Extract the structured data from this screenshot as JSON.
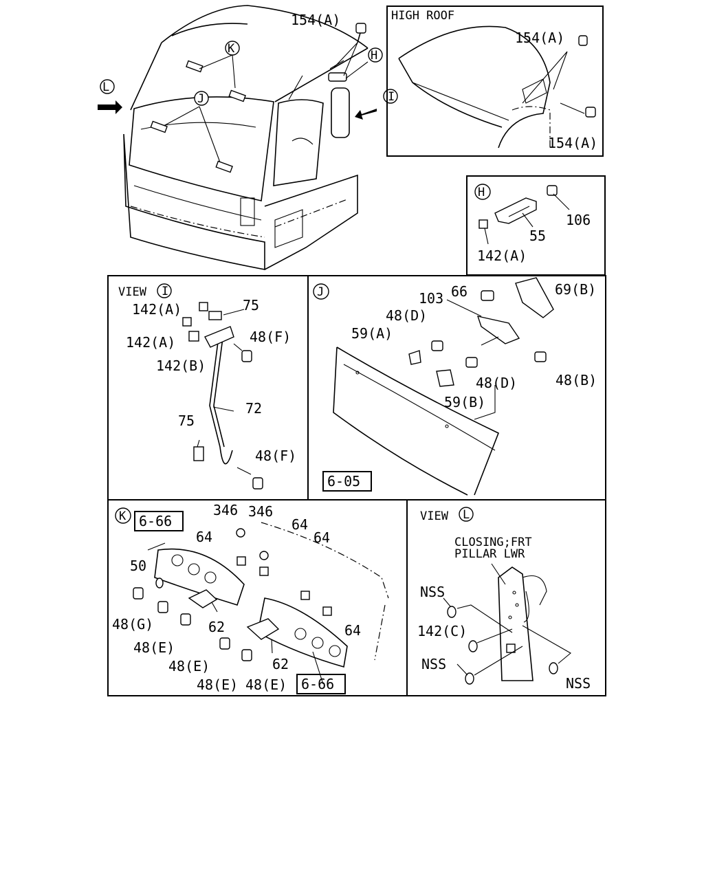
{
  "top": {
    "labels": {
      "bolt_upper": "154(A)",
      "callout_K": "K",
      "callout_H": "H",
      "callout_L": "L",
      "callout_J": "J",
      "callout_I": "I"
    }
  },
  "high_roof": {
    "title": "HIGH ROOF",
    "bolt_top": "154(A)",
    "bolt_bottom": "154(A)"
  },
  "panel_H": {
    "callout": "H",
    "labels": {
      "bolt": "106",
      "bracket": "55",
      "clip": "142(A)"
    }
  },
  "view_I": {
    "title_prefix": "VIEW",
    "callout": "I",
    "labels": {
      "clip_a1": "142(A)",
      "clip_a2": "142(A)",
      "clip_b": "142(B)",
      "bracket_top": "75",
      "bolt_top": "48(F)",
      "rod": "72",
      "bracket_bottom": "75",
      "bolt_bottom": "48(F)"
    }
  },
  "view_J": {
    "callout": "J",
    "labels": {
      "bolt_66": "66",
      "part_103": "103",
      "bracket_69b": "69(B)",
      "bolt_48d_top": "48(D)",
      "clip_59a": "59(A)",
      "bolt_48d_bottom": "48(D)",
      "bolt_48b": "48(B)",
      "clip_59b": "59(B)",
      "ref_box": "6-05"
    }
  },
  "view_K": {
    "callout": "K",
    "labels": {
      "ref_box_top": "6-66",
      "nut_1": "346",
      "nut_2": "346",
      "clip_64_a": "64",
      "clip_64_b": "64",
      "clip_64_c": "64",
      "clip_64_d": "64",
      "washer": "50",
      "bolt_48g": "48(G)",
      "bolt_48e_1": "48(E)",
      "bolt_48e_2": "48(E)",
      "bolt_48e_3": "48(E)",
      "bolt_48e_4": "48(E)",
      "handle_62_a": "62",
      "handle_62_b": "62",
      "ref_box_bottom": "6-66"
    }
  },
  "view_L": {
    "title_prefix": "VIEW",
    "callout": "L",
    "note_line1": "CLOSING;FRT",
    "note_line2": "PILLAR LWR",
    "labels": {
      "nss_1": "NSS",
      "clip_142c": "142(C)",
      "nss_2": "NSS",
      "nss_3": "NSS"
    }
  }
}
